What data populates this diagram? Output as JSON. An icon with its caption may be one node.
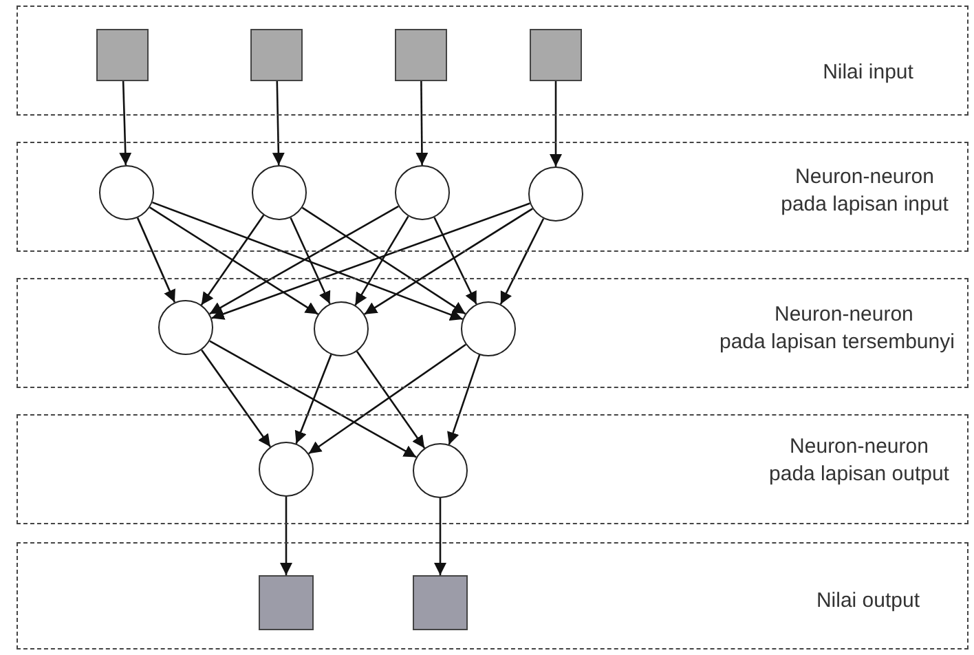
{
  "diagram": {
    "nodes": [
      {
        "text": [
          "Nilai input"
        ]
      },
      {
        "text": [],
        "shape": "box",
        "in": 0
      },
      {
        "text": [],
        "shape": "box",
        "in": 0
      },
      {
        "text": [],
        "shape": "box",
        "in": 0
      },
      {
        "text": [],
        "shape": "box",
        "in": 0
      },
      {
        "text": [
          "Neuron-neuron pada lapisan input"
        ]
      },
      {
        "text": [],
        "shape": "circle",
        "in": 5
      },
      {
        "text": [],
        "shape": "circle",
        "in": 5
      },
      {
        "text": [],
        "shape": "circle",
        "in": 5
      },
      {
        "text": [],
        "shape": "circle",
        "in": 5
      },
      {
        "text": [
          "Neuron-neuron pada lapisan tersembunyi"
        ]
      },
      {
        "text": [],
        "shape": "circle",
        "in": 10
      },
      {
        "text": [],
        "shape": "circle",
        "in": 10
      },
      {
        "text": [],
        "shape": "circle",
        "in": 10
      },
      {
        "text": [
          "Neuron-neuron pada lapisan output"
        ]
      },
      {
        "text": [],
        "shape": "circle",
        "in": 14
      },
      {
        "text": [],
        "shape": "circle",
        "in": 14
      },
      {
        "text": [
          "Nilai output"
        ]
      },
      {
        "text": [],
        "shape": "box",
        "in": 17
      },
      {
        "text": [],
        "shape": "box",
        "in": 17
      }
    ],
    "edges": [
      {
        "from": 1,
        "to": 6,
        "arrow": "to"
      },
      {
        "from": 2,
        "to": 7,
        "arrow": "to"
      },
      {
        "from": 3,
        "to": 8,
        "arrow": "to"
      },
      {
        "from": 4,
        "to": 9,
        "arrow": "to"
      },
      {
        "from": 6,
        "to": 11,
        "arrow": "to"
      },
      {
        "from": 6,
        "to": 12,
        "arrow": "to"
      },
      {
        "from": 6,
        "to": 13,
        "arrow": "to"
      },
      {
        "from": 7,
        "to": 11,
        "arrow": "to"
      },
      {
        "from": 7,
        "to": 12,
        "arrow": "to"
      },
      {
        "from": 7,
        "to": 13,
        "arrow": "to"
      },
      {
        "from": 8,
        "to": 11,
        "arrow": "to"
      },
      {
        "from": 8,
        "to": 12,
        "arrow": "to"
      },
      {
        "from": 8,
        "to": 13,
        "arrow": "to"
      },
      {
        "from": 9,
        "to": 11,
        "arrow": "to"
      },
      {
        "from": 9,
        "to": 12,
        "arrow": "to"
      },
      {
        "from": 9,
        "to": 13,
        "arrow": "to"
      },
      {
        "from": 11,
        "to": 15,
        "arrow": "to"
      },
      {
        "from": 11,
        "to": 16,
        "arrow": "to"
      },
      {
        "from": 12,
        "to": 15,
        "arrow": "to"
      },
      {
        "from": 12,
        "to": 16,
        "arrow": "to"
      },
      {
        "from": 13,
        "to": 15,
        "arrow": "to"
      },
      {
        "from": 13,
        "to": 16,
        "arrow": "to"
      },
      {
        "from": 15,
        "to": 18,
        "arrow": "to"
      },
      {
        "from": 16,
        "to": 19,
        "arrow": "to"
      }
    ]
  }
}
